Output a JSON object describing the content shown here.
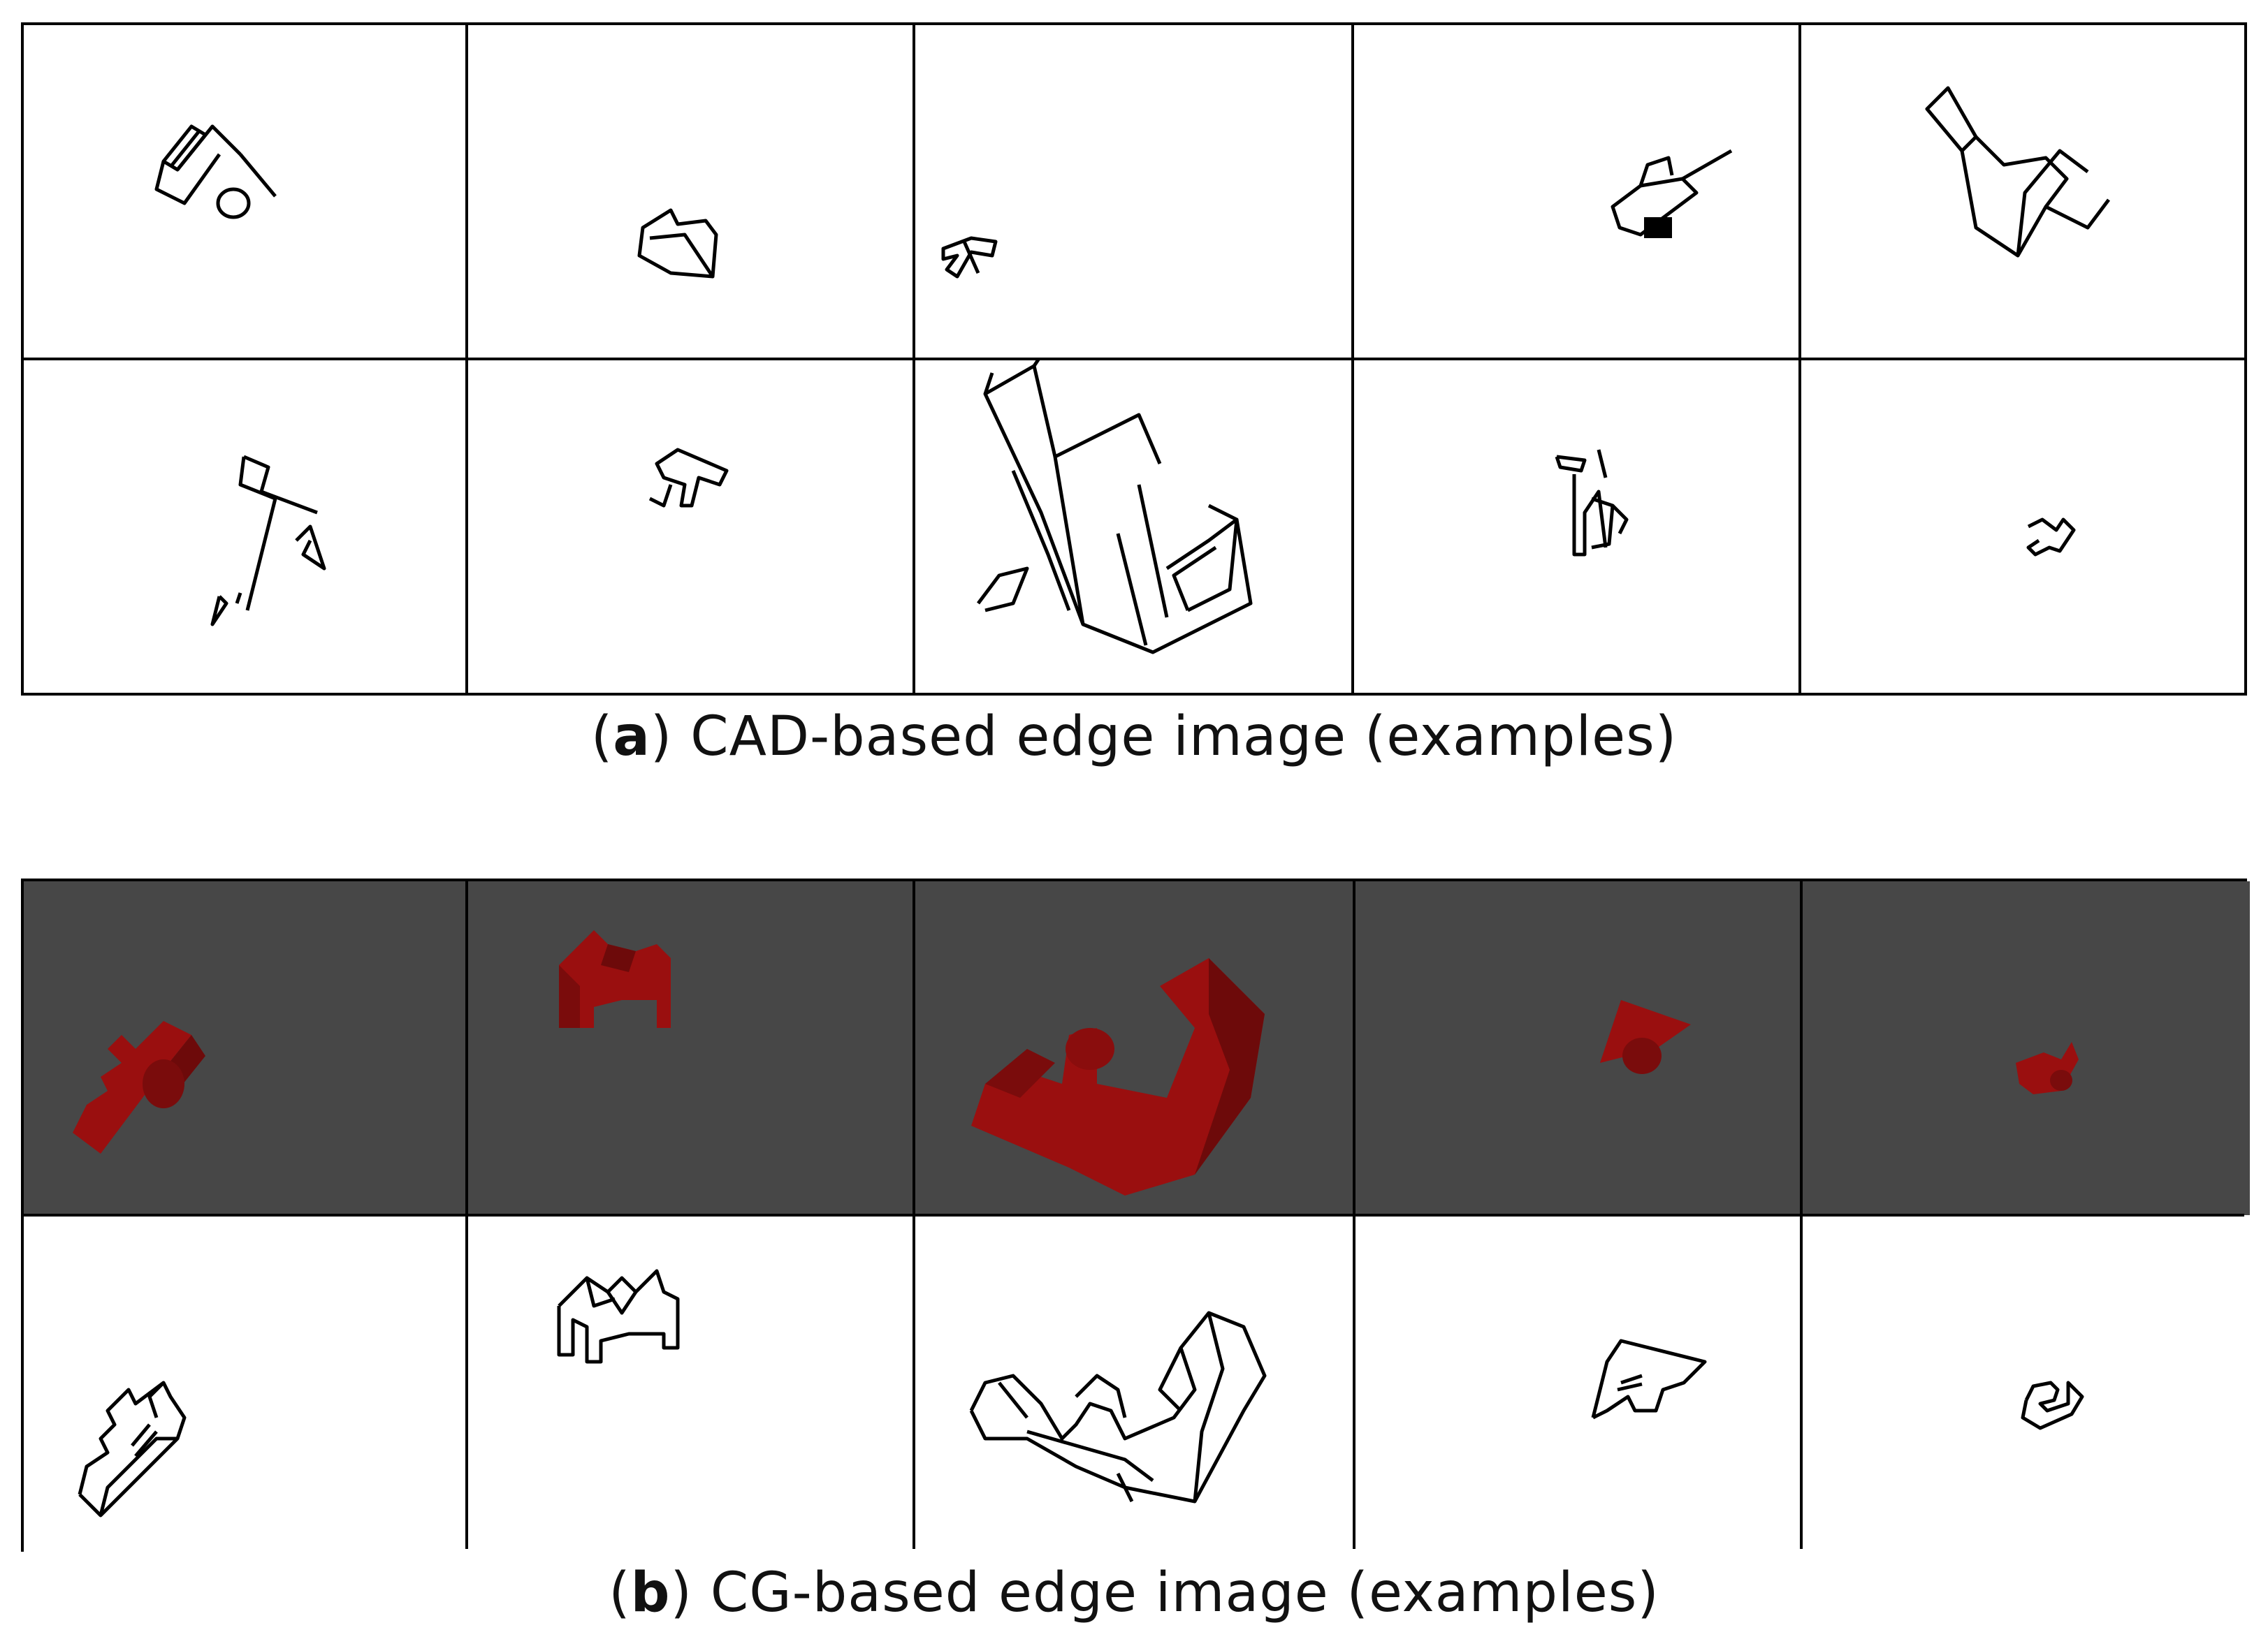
{
  "panel_a": {
    "label": "a",
    "caption_text": ") CAD-based edge image (examples)",
    "rows": 2,
    "cols": 5,
    "style": "black line drawings on white"
  },
  "panel_b": {
    "label": "b",
    "caption_text": ") CG-based edge image (examples)",
    "rows": 2,
    "cols": 5,
    "top_row_style": "dark red 3D rendered parts on dark gray",
    "bottom_row_style": "black edge outlines on white"
  },
  "colors": {
    "background_dark": "#474747",
    "part_red": "#9a0f0f",
    "part_red_shade": "#6d0a0a",
    "edge": "#000000"
  }
}
